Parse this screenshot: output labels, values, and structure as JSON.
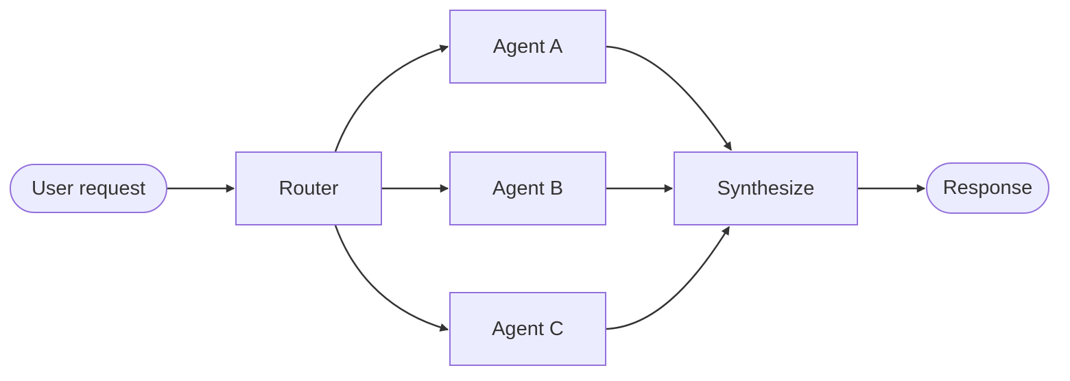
{
  "diagram": {
    "type": "flowchart",
    "direction": "left-to-right",
    "background": "#ffffff",
    "colors": {
      "node_fill": "#ECECFF",
      "node_border": "#9370DB",
      "edge_color": "#333333",
      "text_color": "#333333"
    },
    "nodes": {
      "user_request": {
        "label": "User request",
        "shape": "stadium"
      },
      "router": {
        "label": "Router",
        "shape": "rect"
      },
      "agent_a": {
        "label": "Agent A",
        "shape": "rect"
      },
      "agent_b": {
        "label": "Agent B",
        "shape": "rect"
      },
      "agent_c": {
        "label": "Agent C",
        "shape": "rect"
      },
      "synthesize": {
        "label": "Synthesize",
        "shape": "rect"
      },
      "response": {
        "label": "Response",
        "shape": "stadium"
      }
    },
    "edges": [
      {
        "from": "user_request",
        "to": "router"
      },
      {
        "from": "router",
        "to": "agent_a"
      },
      {
        "from": "router",
        "to": "agent_b"
      },
      {
        "from": "router",
        "to": "agent_c"
      },
      {
        "from": "agent_a",
        "to": "synthesize"
      },
      {
        "from": "agent_b",
        "to": "synthesize"
      },
      {
        "from": "agent_c",
        "to": "synthesize"
      },
      {
        "from": "synthesize",
        "to": "response"
      }
    ]
  }
}
